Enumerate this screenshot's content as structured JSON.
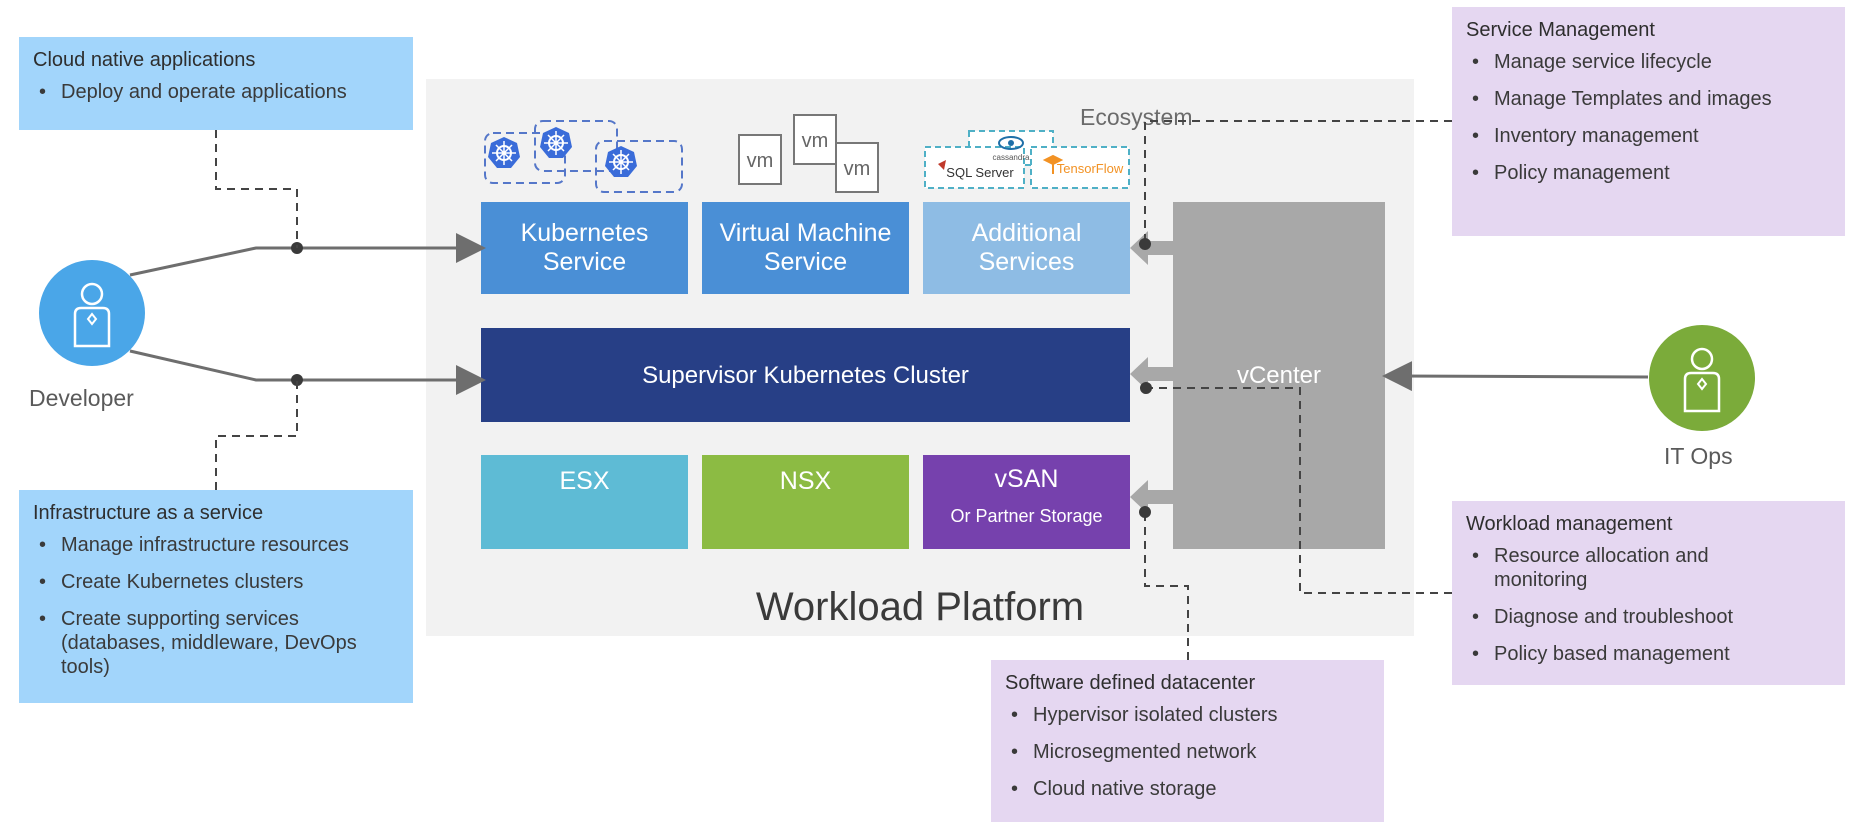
{
  "platform": {
    "title": "Workload Platform",
    "ecosystem_label": "Ecosystem"
  },
  "services": {
    "kubernetes": "Kubernetes Service",
    "kubernetes_line1": "Kubernetes",
    "kubernetes_line2": "Service",
    "vm_line1": "Virtual Machine",
    "vm_line2": "Service",
    "additional_line1": "Additional",
    "additional_line2": "Services"
  },
  "vm_icons": [
    "vm",
    "vm",
    "vm"
  ],
  "ecosystem_logos": [
    "SQL Server",
    "cassandra",
    "TensorFlow"
  ],
  "supervisor": "Supervisor Kubernetes Cluster",
  "infra": {
    "esx": "ESX",
    "nsx": "NSX",
    "vsan": "vSAN",
    "vsan_sub": "Or Partner Storage"
  },
  "vcenter": "vCenter",
  "personas": {
    "developer": "Developer",
    "itops": "IT Ops"
  },
  "boxes": {
    "cloud_native": {
      "title": "Cloud native applications",
      "items": [
        "Deploy and operate applications"
      ]
    },
    "iaas": {
      "title": "Infrastructure as a service",
      "items": [
        "Manage infrastructure resources",
        "Create Kubernetes clusters",
        "Create supporting services (databases, middleware, DevOps tools)"
      ]
    },
    "service_mgmt": {
      "title": "Service Management",
      "items": [
        "Manage service lifecycle",
        "Manage Templates and images",
        "Inventory management",
        "Policy management"
      ]
    },
    "workload_mgmt": {
      "title": "Workload management",
      "items": [
        "Resource allocation and monitoring",
        "Diagnose and troubleshoot",
        "Policy based management"
      ]
    },
    "sddc": {
      "title": "Software defined datacenter",
      "items": [
        "Hypervisor isolated clusters",
        "Microsegmented network",
        "Cloud native storage"
      ]
    }
  },
  "colors": {
    "kubernetes": "#4a8fd6",
    "vm": "#4a8fd6",
    "additional": "#8ebce4",
    "supervisor": "#273f86",
    "esx": "#5ebbd5",
    "nsx": "#8cbb43",
    "vsan": "#7641ad",
    "vcenter": "#a8a8a8",
    "developer": "#4aa6e8",
    "itops": "#7bab3a"
  }
}
